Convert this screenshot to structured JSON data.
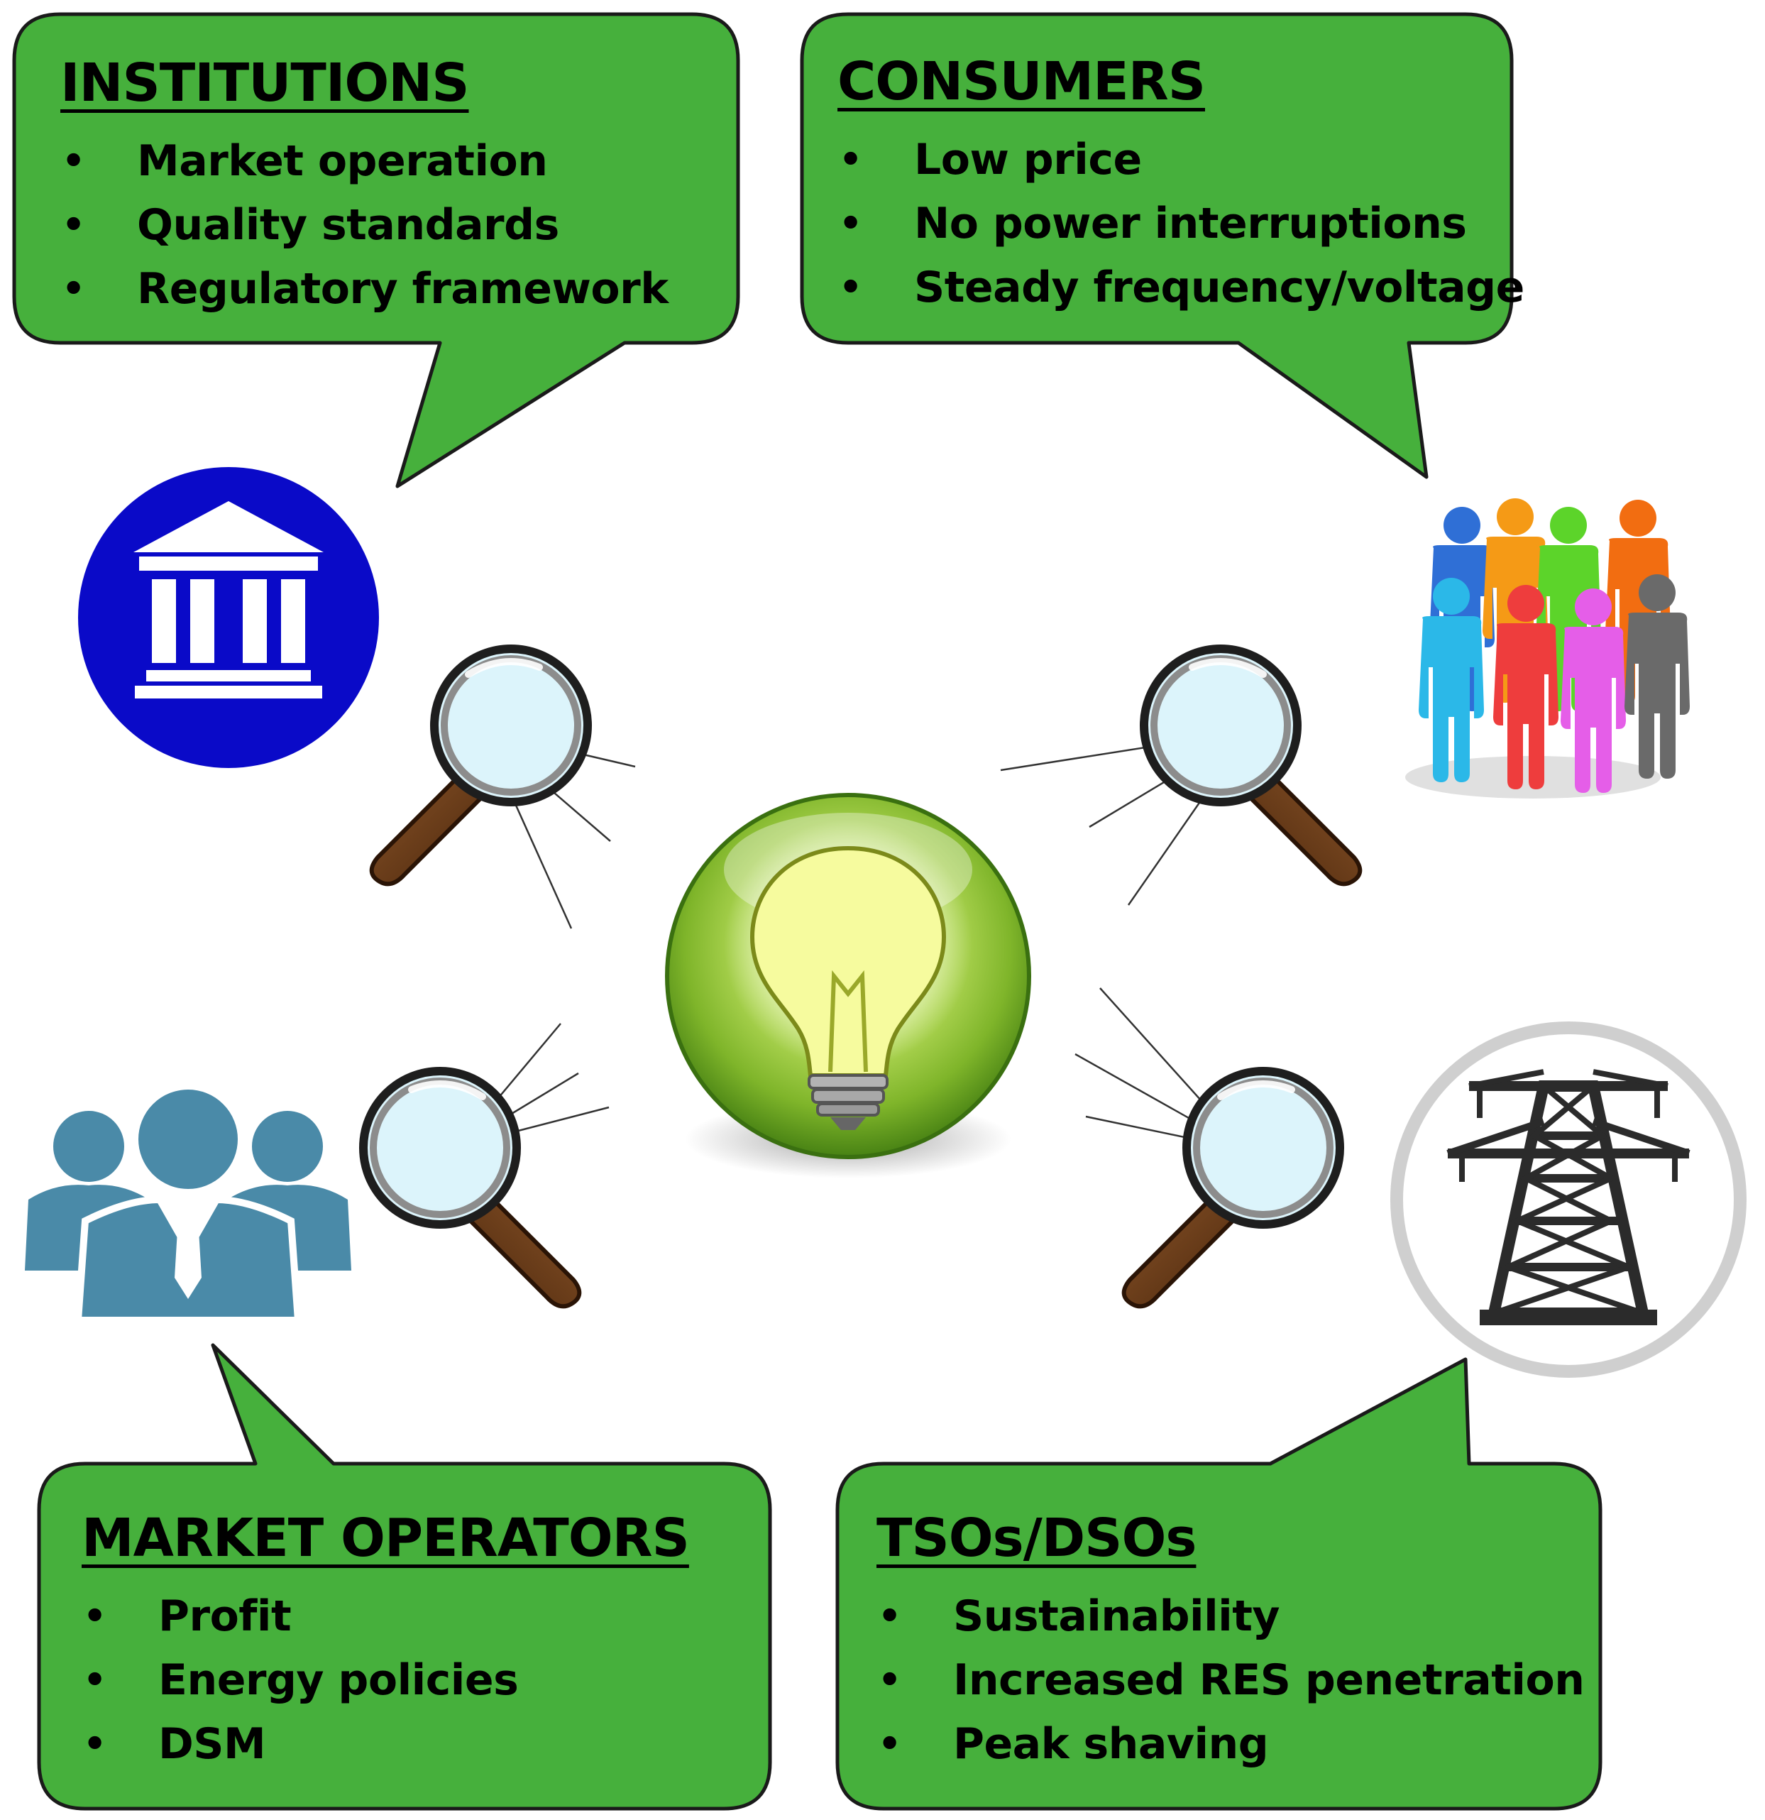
{
  "bubbles": {
    "institutions": {
      "title": "INSTITUTIONS",
      "items": [
        "Market operation",
        "Quality standards",
        "Regulatory framework"
      ]
    },
    "consumers": {
      "title": "CONSUMERS",
      "items": [
        "Low price",
        "No power interruptions",
        "Steady frequency/voltage"
      ]
    },
    "market_operators": {
      "title": "MARKET OPERATORS",
      "items": [
        "Profit",
        "Energy policies",
        "DSM"
      ]
    },
    "tsos_dsos": {
      "title": "TSOs/DSOs",
      "items": [
        "Sustainability",
        "Increased RES penetration",
        "Peak shaving"
      ]
    }
  },
  "icons": {
    "institution": "institution-building-icon",
    "consumers": "people-crowd-icon",
    "market_operators": "business-people-icon",
    "grid": "transmission-tower-icon",
    "center": "light-bulb-icon",
    "lens": "magnifying-glass-icon"
  },
  "colors": {
    "bubble_fill": "#46b03c",
    "bubble_stroke": "#1a1a1a",
    "institution_circle": "#0a0ac8",
    "business_people": "#4a8aa8",
    "tower": "#2b2b2b",
    "tower_ring": "#cfcfcf",
    "bulb_orb": "#7fb52a",
    "lens_glass": "#dcf4fb",
    "lens_handle": "#6b3c1c"
  }
}
